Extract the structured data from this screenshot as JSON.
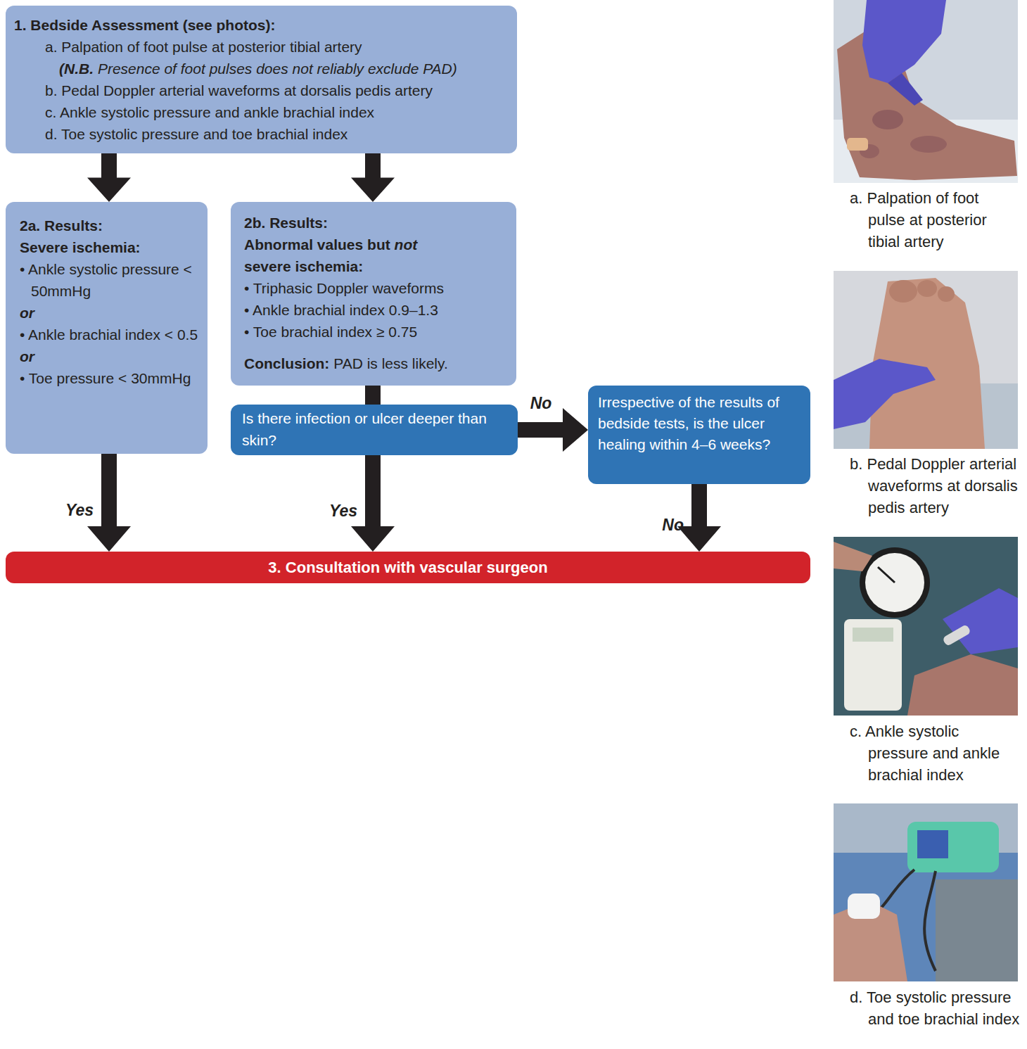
{
  "diagram": {
    "nodes": [
      {
        "text": [
          "1. Bedside Assessment (see photos):",
          "a. Palpation of foot pulse at posterior tibial artery",
          "(N.B.",
          "Presence of foot pulses does not reliably exclude PAD)",
          "b. Pedal Doppler arterial waveforms at dorsalis pedis artery",
          "c. Ankle systolic pressure and ankle brachial index",
          "d. Toe systolic pressure and toe brachial index"
        ]
      },
      {
        "text": [
          "2a. Results:",
          "Severe ischemia:",
          "• Ankle systolic pressure < 50mmHg",
          "or",
          "• Ankle brachial index < 0.5",
          "or",
          "• Toe pressure < 30mmHg"
        ]
      },
      {
        "text": [
          "2b. Results:",
          "Abnormal values but",
          "not",
          "severe ischemia:",
          "• Triphasic Doppler waveforms",
          "• Ankle brachial index 0.9–1.3",
          "• Toe brachial index ≥ 0.75",
          "Conclusion:",
          "PAD is less likely."
        ]
      },
      {
        "text": [
          "Is there infection or ulcer deeper than skin?"
        ]
      },
      {
        "text": [
          "Irrespective of the results of bedside tests, is the ulcer healing within 4–6 weeks?"
        ]
      },
      {
        "text": [
          "3. Consultation with vascular surgeon"
        ]
      }
    ],
    "edges": [
      {
        "from": 0,
        "to": 1,
        "arrow": "to"
      },
      {
        "from": 0,
        "to": 2,
        "arrow": "to"
      },
      {
        "from": 1,
        "to": 5,
        "label": "Yes",
        "arrow": "to"
      },
      {
        "from": 2,
        "to": 3,
        "arrow": "none"
      },
      {
        "from": 3,
        "to": 5,
        "label": "Yes",
        "arrow": "to"
      },
      {
        "from": 3,
        "to": 4,
        "label": "No",
        "arrow": "to"
      },
      {
        "from": 4,
        "to": 5,
        "label": "No",
        "arrow": "to"
      }
    ],
    "labels": [
      "a. Palpation of foot pulse at posterior tibial artery",
      "b. Pedal Doppler arterial waveforms at dorsalis pedis artery",
      "c. Ankle systolic pressure and ankle brachial index",
      "d. Toe systolic pressure and toe brachial index"
    ]
  }
}
